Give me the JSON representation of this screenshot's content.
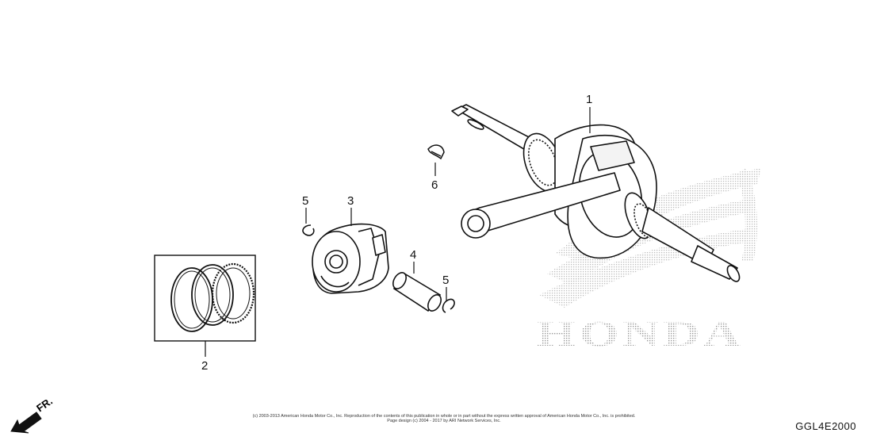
{
  "callouts": [
    {
      "id": "1",
      "label": "1"
    },
    {
      "id": "2",
      "label": "2"
    },
    {
      "id": "3",
      "label": "3"
    },
    {
      "id": "4",
      "label": "4"
    },
    {
      "id": "5a",
      "label": "5"
    },
    {
      "id": "5b",
      "label": "5"
    },
    {
      "id": "6",
      "label": "6"
    }
  ],
  "direction_label": "FR.",
  "watermark": "HONDA",
  "copyright_line1": "(c) 2003-2013 American Honda Motor Co., Inc. Reproduction of the contents of this publication in whole or in part without the express written approval of American Honda Motor Co., Inc. is prohibited.",
  "copyright_line2": "Page design (c) 2004 - 2017 by ARI Network Services, Inc.",
  "diagram_code": "GGL4E2000"
}
